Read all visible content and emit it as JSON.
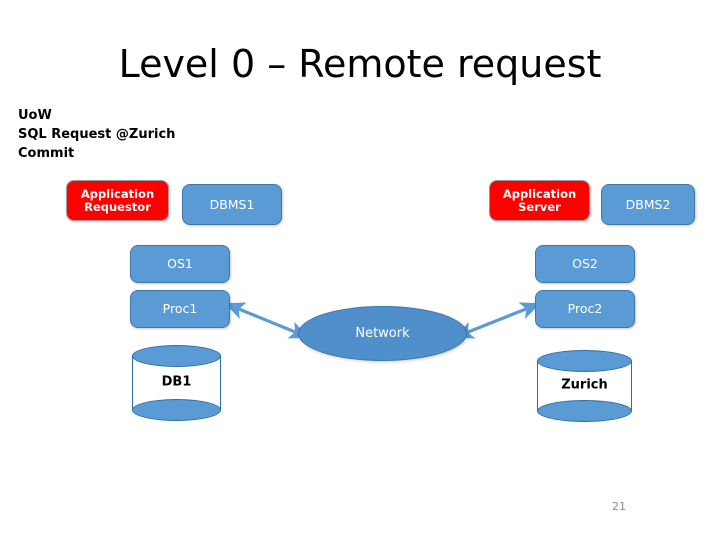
{
  "slide": {
    "title": "Level 0 – Remote request",
    "page_number": "21",
    "background_color": "#ffffff"
  },
  "uow_block": {
    "lines": [
      "UoW",
      "SQL Request @Zurich",
      "Commit"
    ]
  },
  "diagram": {
    "colors": {
      "red_box": "#ff0000",
      "blue_box": "#5b9bd5",
      "blue_box_border": "#3e77a8",
      "ellipse_fill": "#4f90cc",
      "cylinder_fill": "#5b9bd5",
      "cylinder_border": "#2e6ca4",
      "arrow": "#5b9bd5",
      "text_light": "#ffffff",
      "text_dark": "#000000",
      "page_number": "#8c8c8c"
    },
    "nodes": {
      "app_requestor": "Application Requestor",
      "app_requestor_line1": "Application",
      "app_requestor_line2": "Requestor",
      "dbms1": "DBMS1",
      "app_server": "Application Server",
      "app_server_line1": "Application",
      "app_server_line2": "Server",
      "dbms2": "DBMS2",
      "os1": "OS1",
      "proc1": "Proc1",
      "os2": "OS2",
      "proc2": "Proc2",
      "network": "Network",
      "db1": "DB1",
      "zurich": "Zurich"
    },
    "connections": [
      {
        "from": "Proc1",
        "to": "Network",
        "style": "double-arrow"
      },
      {
        "from": "Network",
        "to": "Proc2",
        "style": "double-arrow"
      }
    ]
  }
}
